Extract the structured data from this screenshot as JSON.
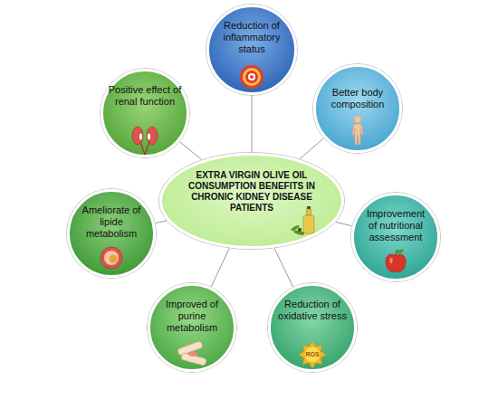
{
  "diagram": {
    "nodes": [
      {
        "text": [
          "EXTRA VIRGIN OLIVE OIL CONSUMPTION BENEFITS IN CHRONIC KIDNEY DISEASE PATIENTS"
        ]
      },
      {
        "text": [
          "Reduction of inflammatory status"
        ]
      },
      {
        "text": [
          "Better body composition"
        ]
      },
      {
        "text": [
          "Improvement of nutritional assessment"
        ]
      },
      {
        "text": [
          "Reduction of oxidative stress"
        ]
      },
      {
        "text": [
          "Improved of purine metabolism"
        ]
      },
      {
        "text": [
          "Ameliorate of lipide metabolism"
        ]
      },
      {
        "text": [
          "Positive effect of renal function"
        ]
      }
    ],
    "edges": [
      {
        "from": 0,
        "to": 1,
        "arrow": "none"
      },
      {
        "from": 0,
        "to": 2,
        "arrow": "none"
      },
      {
        "from": 0,
        "to": 3,
        "arrow": "none"
      },
      {
        "from": 0,
        "to": 4,
        "arrow": "none"
      },
      {
        "from": 0,
        "to": 5,
        "arrow": "none"
      },
      {
        "from": 0,
        "to": 6,
        "arrow": "none"
      },
      {
        "from": 0,
        "to": 7,
        "arrow": "none"
      }
    ],
    "labels": [
      "ROS"
    ]
  }
}
